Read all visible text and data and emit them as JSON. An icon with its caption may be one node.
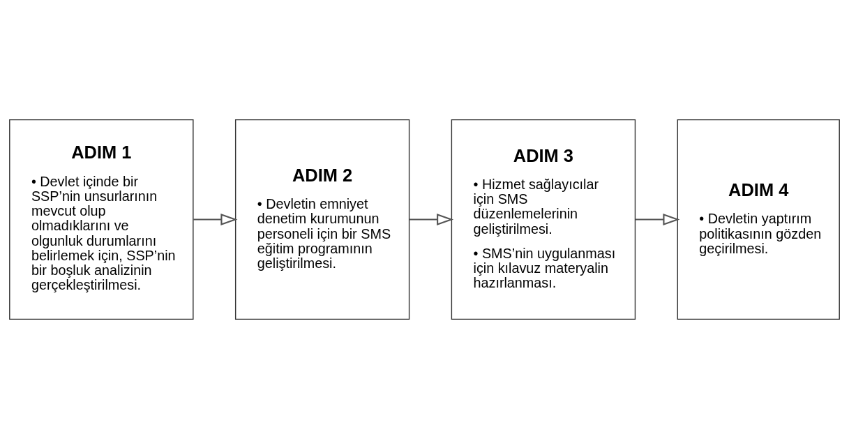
{
  "diagram": {
    "nodes": [
      {
        "text": [
          "ADIM 1",
          "• Devlet içinde bir SSP’nin unsurlarının mevcut olup olmadıklarını ve olgunluk durumlarını belirlemek için, SSP’nin bir boşluk analizinin gerçekleştirilmesi."
        ]
      },
      {
        "text": [
          "ADIM 2",
          "• Devletin emniyet denetim kurumunun personeli için bir SMS eğitim programının geliştirilmesi."
        ]
      },
      {
        "text": [
          "ADIM 3",
          "• Hizmet sağlayıcılar için SMS düzenlemelerinin geliştirilmesi.",
          "• SMS’nin uygulanması için kılavuz materyalin hazırlanması."
        ]
      },
      {
        "text": [
          "ADIM 4",
          "• Devletin yaptırım politikasının gözden geçirilmesi."
        ]
      }
    ],
    "edges": [
      {
        "from": 0,
        "to": 1,
        "arrow": "to"
      },
      {
        "from": 1,
        "to": 2,
        "arrow": "to"
      },
      {
        "from": 2,
        "to": 3,
        "arrow": "to"
      }
    ]
  }
}
